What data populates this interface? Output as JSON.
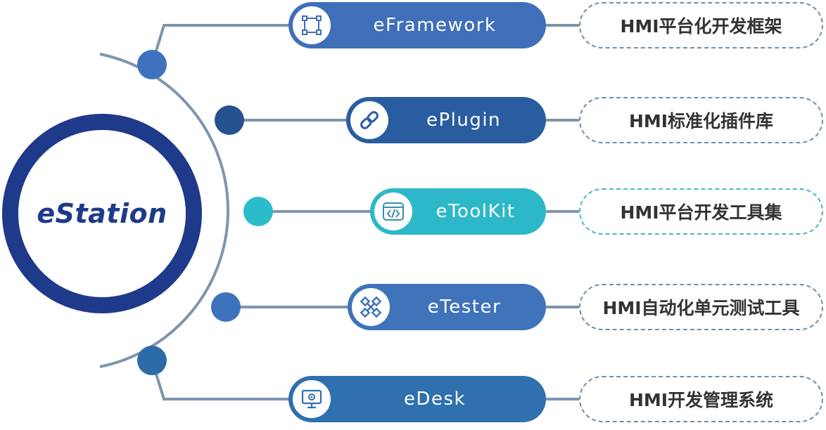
{
  "center": {
    "label": "eStation"
  },
  "colors": {
    "hub": "#1f3a8a",
    "connector": "#7d96ad",
    "pill_blue": "#3f6fb8",
    "pill_navy": "#2a5da0",
    "pill_teal": "#2cb8c8",
    "node_blue": "#3d72bd",
    "node_navy": "#24518f",
    "node_teal": "#2cbcc9",
    "desc_border": "#6f8fa8",
    "desc_border_teal": "#4ab7c2",
    "desc_text": "#333333"
  },
  "modules": [
    {
      "label": "eFramework",
      "icon": "frame-select-icon",
      "description": "HMI平台化开发框架",
      "color": "#3f6fb8",
      "node_color": "#3d72bd"
    },
    {
      "label": "ePlugin",
      "icon": "link-chain-icon",
      "description": "HMI标准化插件库",
      "color": "#2a5da0",
      "node_color": "#24518f"
    },
    {
      "label": "eToolKit",
      "icon": "code-window-icon",
      "description": "HMI平台开发工具集",
      "color": "#2cb8c8",
      "node_color": "#2cbcc9"
    },
    {
      "label": "eTester",
      "icon": "network-test-icon",
      "description": "HMI自动化单元测试工具",
      "color": "#3f73ba",
      "node_color": "#3d72bd"
    },
    {
      "label": "eDesk",
      "icon": "monitor-gear-icon",
      "description": "HMI开发管理系统",
      "color": "#2f70ae",
      "node_color": "#2b6ca8"
    }
  ]
}
